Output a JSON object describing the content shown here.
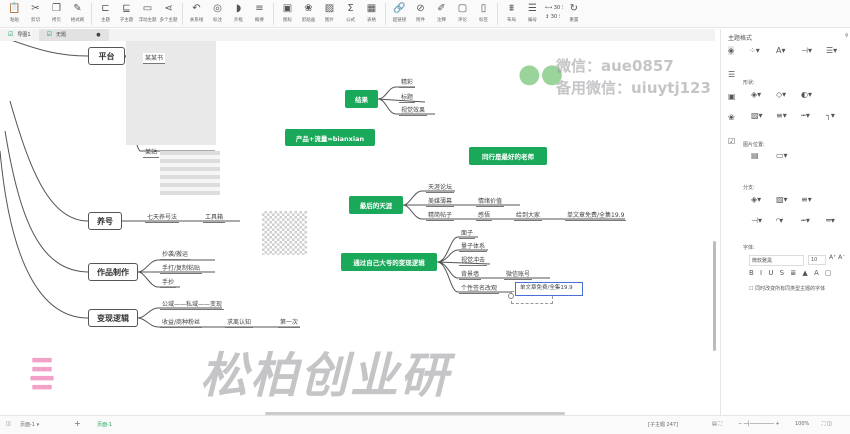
{
  "toolbar": {
    "items": [
      {
        "icon": "clipboard-icon",
        "glyph": "📋",
        "label": "粘贴"
      },
      {
        "icon": "scissors-icon",
        "glyph": "✂",
        "label": "剪切"
      },
      {
        "icon": "copy-icon",
        "glyph": "❐",
        "label": "拷贝"
      },
      {
        "icon": "format-brush-icon",
        "glyph": "✎",
        "label": "格式刷"
      },
      {
        "sep": true
      },
      {
        "icon": "topic-icon",
        "glyph": "⊏",
        "label": "主题"
      },
      {
        "icon": "subtopic-icon",
        "glyph": "⊑",
        "label": "子主题"
      },
      {
        "icon": "floating-topic-icon",
        "glyph": "▭",
        "label": "浮动主题"
      },
      {
        "icon": "multi-topic-icon",
        "glyph": "⋖",
        "label": "多个主题"
      },
      {
        "sep": true
      },
      {
        "icon": "relation-icon",
        "glyph": "↶",
        "label": "关系线"
      },
      {
        "icon": "callout-icon",
        "glyph": "◎",
        "label": "标注"
      },
      {
        "icon": "boundary-icon",
        "glyph": "◗",
        "label": "外框"
      },
      {
        "icon": "summary-icon",
        "glyph": "≡",
        "label": "概要"
      },
      {
        "sep": true
      },
      {
        "icon": "marker-icon",
        "glyph": "▣",
        "label": "图标"
      },
      {
        "icon": "clipart-icon",
        "glyph": "❀",
        "label": "剪贴画"
      },
      {
        "icon": "image-icon",
        "glyph": "▨",
        "label": "图片"
      },
      {
        "icon": "formula-icon",
        "glyph": "Σ",
        "label": "公式"
      },
      {
        "icon": "table-icon",
        "glyph": "▦",
        "label": "表格"
      },
      {
        "sep": true
      },
      {
        "icon": "hyperlink-icon",
        "glyph": "🔗",
        "label": "超链接"
      },
      {
        "icon": "attachment-icon",
        "glyph": "⊘",
        "label": "附件"
      },
      {
        "icon": "note-icon",
        "glyph": "✐",
        "label": "注释"
      },
      {
        "icon": "comment-icon",
        "glyph": "▢",
        "label": "评论"
      },
      {
        "icon": "label-icon",
        "glyph": "▯",
        "label": "标签"
      },
      {
        "sep": true
      },
      {
        "icon": "layout-icon",
        "glyph": "⩩",
        "label": "布局"
      },
      {
        "icon": "numbering-icon",
        "glyph": "☰",
        "label": "编号"
      }
    ],
    "spacing_h": "30",
    "spacing_v": "30",
    "reset_label": "重置"
  },
  "tabs": [
    {
      "label": "导图1"
    },
    {
      "label": "无题"
    }
  ],
  "map": {
    "platform": {
      "label": "平台",
      "children": [
        "某某书",
        "某站"
      ]
    },
    "raise": {
      "label": "养号",
      "children": [
        "七天养号法",
        "工具箱"
      ]
    },
    "works": {
      "label": "作品制作",
      "children": [
        "抄袭/搬运",
        "手打/复制粘贴",
        "手抄"
      ]
    },
    "monetize": {
      "label": "变现逻辑",
      "children": [
        "公域——私域——变现",
        "收益/商种粉丝",
        "求离认知",
        "第一次"
      ]
    },
    "result": {
      "label": "结果",
      "children": [
        "精彩",
        "标题",
        "视觉效果"
      ]
    },
    "formula": {
      "label": "产品+流量=bianxian"
    },
    "peer": {
      "label": "同行是最好的老师"
    },
    "tianya": {
      "label": "最后的天涯",
      "children": [
        "天涯论坛",
        "美媒薄幕",
        "情绪价值",
        "精简帖子",
        "感悟",
        "给到大家",
        "单文章免费/全集19.9"
      ]
    },
    "bigacct": {
      "label": "通过自己大号的变现逻辑",
      "children": [
        "面子",
        "量子体系",
        "视觉冲击",
        "背景墙",
        "微信账号",
        "个性签名改观",
        "单文章免费/全集19.9"
      ]
    }
  },
  "watermark": {
    "brand": "松柏创业研",
    "wechat": "微信：aue0857",
    "backup": "备用微信：uiuytj123"
  },
  "panel": {
    "title": "主题格式",
    "shape_label": "形状:",
    "image_pos_label": "图片位置:",
    "branch_label": "分支:",
    "font_label": "字体:",
    "font_name": "微软雅黑",
    "font_size": "10",
    "checkbox_label": "同时改变所有同类型主题的字体"
  },
  "status": {
    "page_select": "页面-1",
    "page_tab": "页面-1",
    "topic_count": "[子主题 247]",
    "zoom": "100%"
  },
  "colors": {
    "accent": "#1aa95a",
    "selection": "#4a6fd8"
  }
}
